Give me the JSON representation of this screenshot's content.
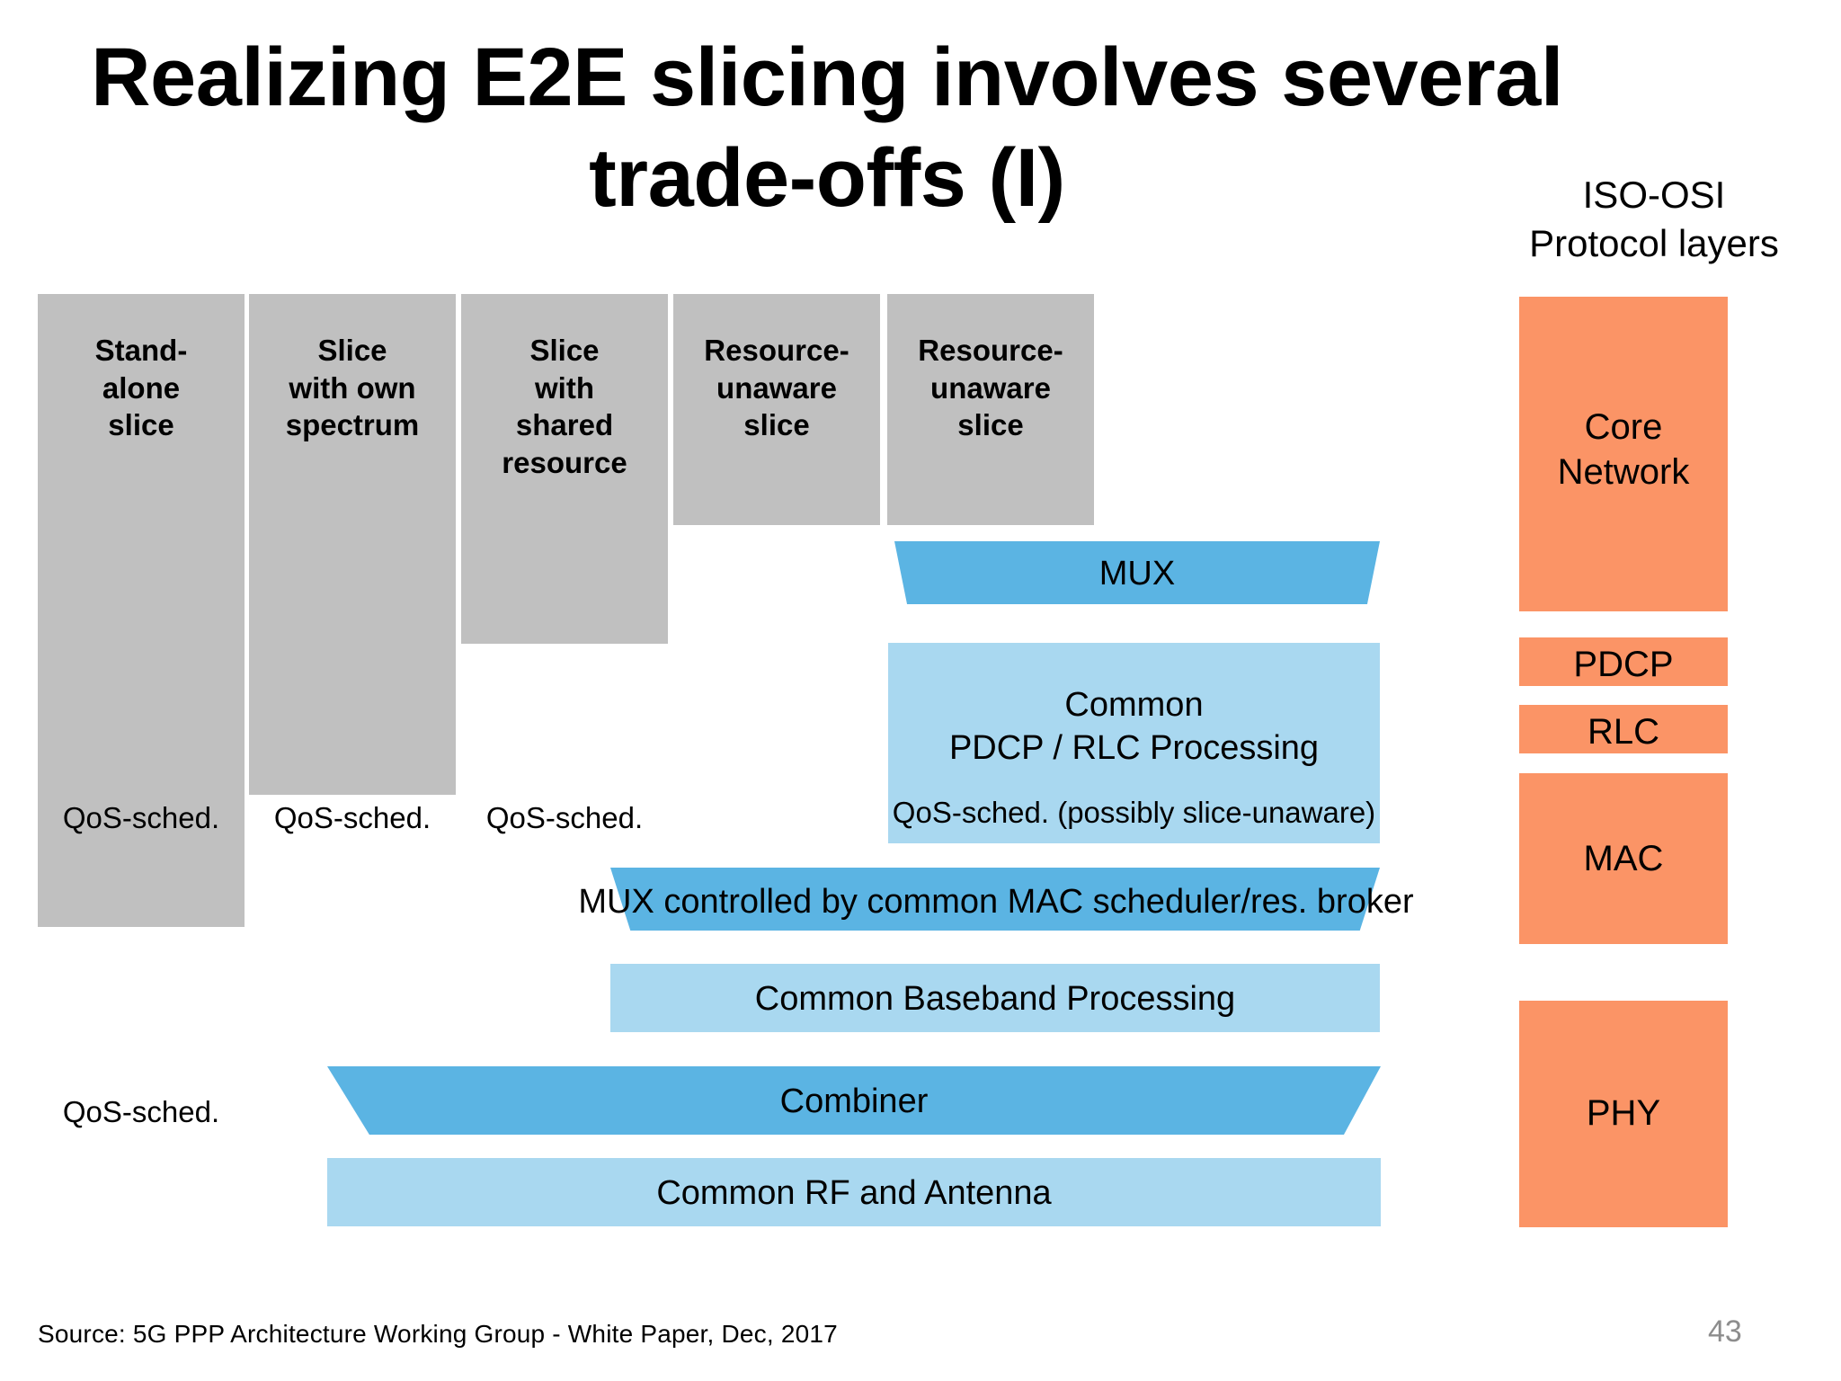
{
  "slide": {
    "title": "Realizing E2E slicing involves several trade-offs (I)",
    "page_number": "43",
    "source_note": "Source: 5G PPP Architecture  Working Group - White Paper, Dec, 2017"
  },
  "right_panel": {
    "heading": "ISO-OSI\nProtocol layers",
    "layers": [
      {
        "name": "core-network",
        "label": "Core\nNetwork"
      },
      {
        "name": "pdcp",
        "label": "PDCP"
      },
      {
        "name": "rlc",
        "label": "RLC"
      },
      {
        "name": "mac",
        "label": "MAC"
      },
      {
        "name": "phy",
        "label": "PHY"
      }
    ]
  },
  "slice_columns": [
    {
      "name": "stand-alone-slice",
      "header": "Stand-\nalone\nslice",
      "qos": "QoS-sched."
    },
    {
      "name": "slice-with-own-spectrum",
      "header": "Slice\nwith own\nspectrum",
      "qos": "QoS-sched."
    },
    {
      "name": "slice-with-shared-resource",
      "header": "Slice\nwith\nshared\nresource",
      "qos": "QoS-sched."
    },
    {
      "name": "resource-unaware-slice-1",
      "header": "Resource-\nunaware\nslice",
      "qos": ""
    },
    {
      "name": "resource-unaware-slice-2",
      "header": "Resource-\nunaware\nslice",
      "qos": ""
    }
  ],
  "shared_blocks": {
    "mux": "MUX",
    "common_pdcp_rlc": "Common\nPDCP / RLC Processing",
    "common_pdcp_rlc_qos": "QoS-sched. (possibly slice-unaware)",
    "mux_mac": "MUX controlled by common MAC scheduler/res. broker",
    "common_baseband": "Common Baseband Processing",
    "combiner": "Combiner",
    "common_rf": "Common RF and Antenna"
  },
  "colors": {
    "slice_gray": "#c0c0c0",
    "blue_dark": "#5bb4e3",
    "blue_light": "#a9d8f0",
    "orange": "#fb9466",
    "page_number_gray": "#8d8d8d"
  }
}
